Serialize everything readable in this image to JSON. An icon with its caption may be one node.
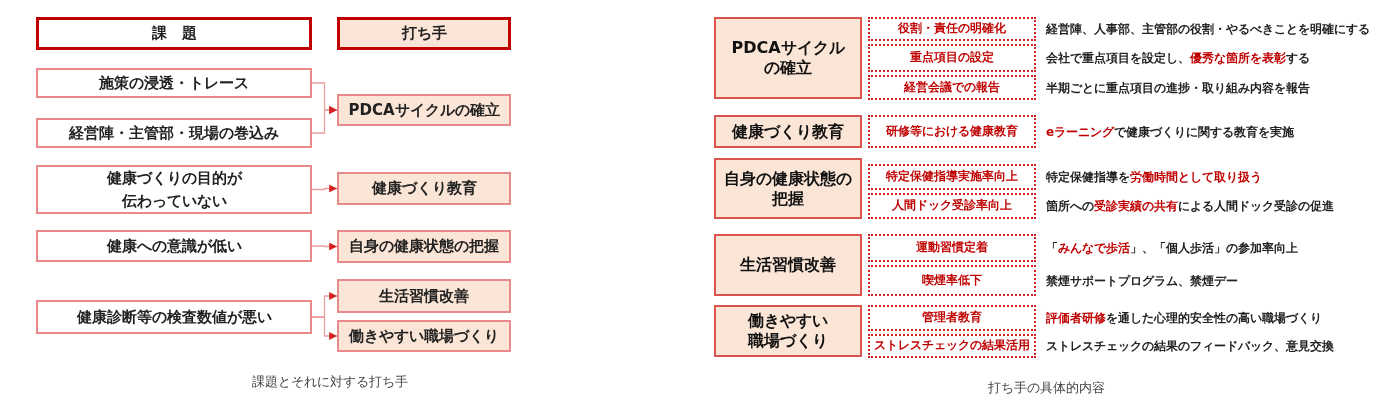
{
  "diagram": {
    "nodes": [
      {
        "text": [
          "課　題"
        ]
      },
      {
        "text": [
          "打ち手"
        ]
      },
      {
        "text": [
          "施策の浸透・トレース"
        ]
      },
      {
        "text": [
          "経営陣・主管部・現場の巻込み"
        ]
      },
      {
        "text": [
          "健康づくりの目的が伝わっていない"
        ]
      },
      {
        "text": [
          "健康への意識が低い"
        ]
      },
      {
        "text": [
          "健康診断等の検査数値が悪い"
        ]
      },
      {
        "text": [
          "PDCAサイクルの確立"
        ]
      },
      {
        "text": [
          "健康づくり教育"
        ]
      },
      {
        "text": [
          "自身の健康状態の把握"
        ]
      },
      {
        "text": [
          "生活習慣改善"
        ]
      },
      {
        "text": [
          "働きやすい職場づくり"
        ]
      },
      {
        "text": [
          "PDCAサイクルの確立"
        ]
      },
      {
        "text": [
          "健康づくり教育"
        ]
      },
      {
        "text": [
          "自身の健康状態の把握"
        ]
      },
      {
        "text": [
          "生活習慣改善"
        ]
      },
      {
        "text": [
          "働きやすい職場づくり"
        ]
      },
      {
        "text": [
          "役割・責任の明確化"
        ],
        "beside": [
          "経営陣、人事部、主管部の役割・やるべきことを明確にする"
        ]
      },
      {
        "text": [
          "重点項目の設定"
        ],
        "beside": [
          "会社で重点項目を設定し、**優秀な箇所を表彰**する"
        ]
      },
      {
        "text": [
          "経営会議での報告"
        ],
        "beside": [
          "半期ごとに重点項目の進捗・取り組み内容を報告"
        ]
      },
      {
        "text": [
          "研修等における健康教育"
        ],
        "beside": [
          "**eラーニング**で健康づくりに関する教育を実施"
        ]
      },
      {
        "text": [
          "特定保健指導実施率向上"
        ],
        "beside": [
          "特定保健指導を**労働時間として取り扱う**"
        ]
      },
      {
        "text": [
          "人間ドック受診率向上"
        ],
        "beside": [
          "箇所への**受診実績の共有**による人間ドック受診の促進"
        ]
      },
      {
        "text": [
          "運動習慣定着"
        ],
        "beside": [
          "「**みんなで歩活**」、「個人歩活」の参加率向上"
        ]
      },
      {
        "text": [
          "喫煙率低下"
        ],
        "beside": [
          "禁煙サポートプログラム、禁煙デー"
        ]
      },
      {
        "text": [
          "管理者教育"
        ],
        "beside": [
          "**評価者研修**を通した心理的安全性の高い職場づくり"
        ]
      },
      {
        "text": [
          "ストレスチェックの結果活用"
        ],
        "beside": [
          "ストレスチェックの結果のフィードバック、意見交換"
        ]
      }
    ],
    "edges": [
      {
        "from": 2,
        "to": 7,
        "arrow": "to"
      },
      {
        "from": 3,
        "to": 7,
        "arrow": "to"
      },
      {
        "from": 4,
        "to": 8,
        "arrow": "to"
      },
      {
        "from": 5,
        "to": 9,
        "arrow": "to"
      },
      {
        "from": 6,
        "to": 10,
        "arrow": "to"
      },
      {
        "from": 6,
        "to": 11,
        "arrow": "to"
      }
    ],
    "labels": [
      "課題とそれに対する打ち手",
      "打ち手の具体的内容"
    ]
  }
}
